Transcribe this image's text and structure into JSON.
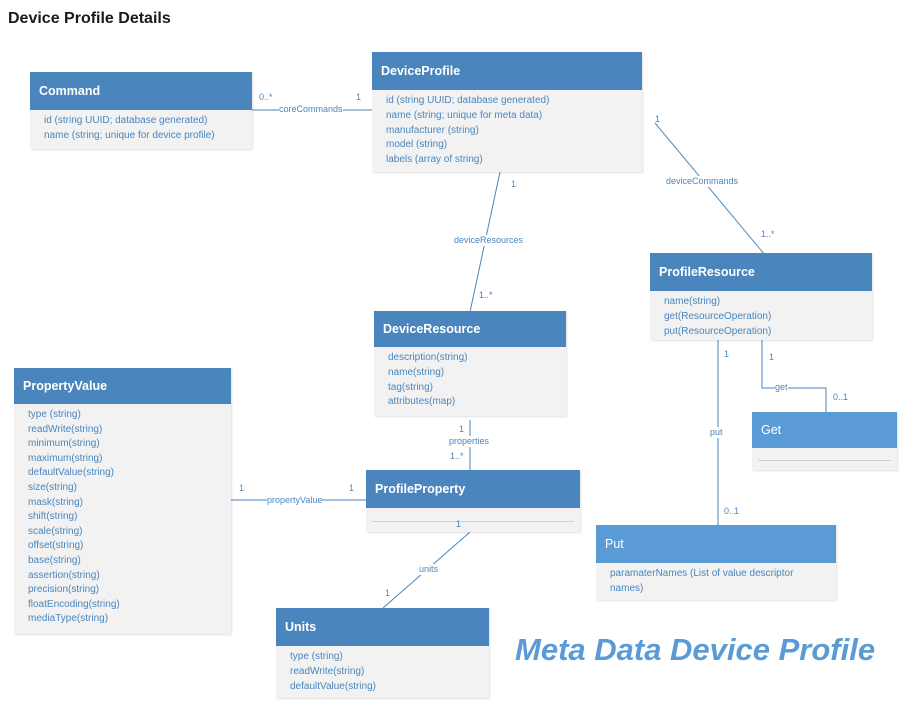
{
  "title": "Device Profile Details",
  "watermark": "Meta Data Device Profile",
  "colors": {
    "header": "#4a86bd",
    "header_light": "#5b9bd5",
    "body": "#f2f2f2",
    "text": "#4a86bd"
  },
  "classes": {
    "command": {
      "name": "Command",
      "attrs": [
        "id (string UUID; database generated)",
        "name (string; unique for device profile)"
      ]
    },
    "device_profile": {
      "name": "DeviceProfile",
      "attrs": [
        "id (string UUID; database generated)",
        "name (string; unique for meta data)",
        "manufacturer (string)",
        "model (string)",
        "labels (array of string)"
      ]
    },
    "profile_resource": {
      "name": "ProfileResource",
      "attrs": [
        "name(string)",
        "get(ResourceOperation)",
        "put(ResourceOperation)"
      ]
    },
    "device_resource": {
      "name": "DeviceResource",
      "attrs": [
        "description(string)",
        "name(string)",
        "tag(string)",
        "attributes(map)"
      ]
    },
    "property_value": {
      "name": "PropertyValue",
      "attrs": [
        "type (string)",
        "readWrite(string)",
        "minimum(string)",
        "maximum(string)",
        "defaultValue(string)",
        "size(string)",
        "mask(string)",
        "shift(string)",
        "scale(string)",
        "offset(string)",
        "base(string)",
        "assertion(string)",
        "precision(string)",
        "floatEncoding(string)",
        "mediaType(string)"
      ]
    },
    "profile_property": {
      "name": "ProfileProperty",
      "attrs": []
    },
    "units": {
      "name": "Units",
      "attrs": [
        "type (string)",
        "readWrite(string)",
        "defaultValue(string)"
      ]
    },
    "get": {
      "name": "Get",
      "attrs": []
    },
    "put": {
      "name": "Put",
      "attrs": [
        "paramaterNames (List of value descriptor names)"
      ]
    }
  },
  "associations": {
    "core_commands": {
      "label": "coreCommands",
      "from_mult": "1",
      "to_mult": "0..*"
    },
    "device_commands": {
      "label": "deviceCommands",
      "from_mult": "1",
      "to_mult": "1..*"
    },
    "device_resources": {
      "label": "deviceResources",
      "from_mult": "1",
      "to_mult": "1..*"
    },
    "properties": {
      "label": "properties",
      "from_mult": "1",
      "to_mult": "1..*"
    },
    "property_value": {
      "label": "propertyValue",
      "from_mult": "1",
      "to_mult": "1"
    },
    "units": {
      "label": "units",
      "from_mult": "1",
      "to_mult": "1"
    },
    "get": {
      "label": "get",
      "from_mult": "1",
      "to_mult": "0..1"
    },
    "put": {
      "label": "put",
      "from_mult": "1",
      "to_mult": "0..1"
    }
  }
}
